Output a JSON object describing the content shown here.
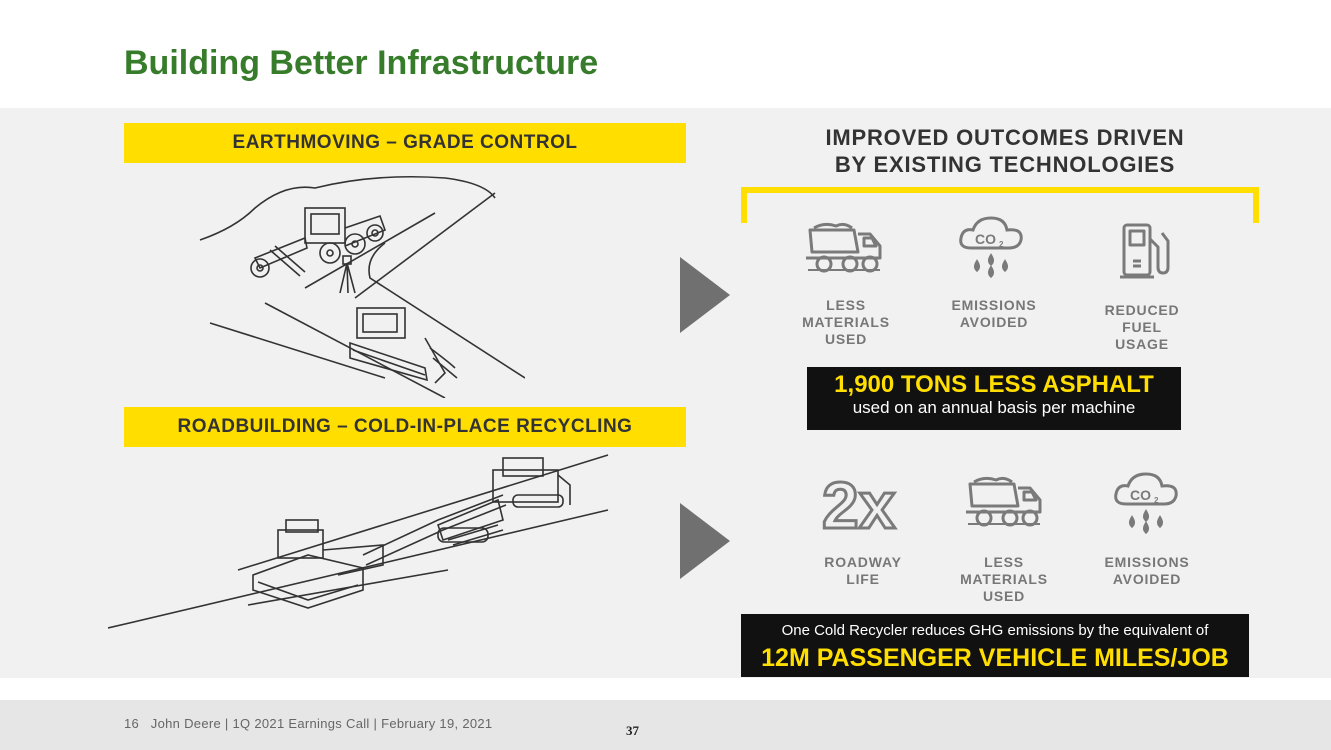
{
  "title": "Building Better Infrastructure",
  "left": {
    "banner_top": "EARTHMOVING – GRADE CONTROL",
    "banner_bottom": "ROADBUILDING – COLD-IN-PLACE RECYCLING"
  },
  "right": {
    "heading_line1": "IMPROVED OUTCOMES DRIVEN",
    "heading_line2": "BY EXISTING TECHNOLOGIES",
    "top_items": [
      {
        "icon": "dump-truck-icon",
        "lines": [
          "LESS",
          "MATERIALS",
          "USED"
        ]
      },
      {
        "icon": "co2-cloud-icon",
        "lines": [
          "EMISSIONS",
          "AVOIDED"
        ]
      },
      {
        "icon": "fuel-pump-icon",
        "lines": [
          "REDUCED",
          "FUEL",
          "USAGE"
        ]
      }
    ],
    "stat1_big": "1,900 TONS LESS ASPHALT",
    "stat1_small": "used on an annual basis per machine",
    "bottom_items": [
      {
        "icon": "2x-icon",
        "icon_text": "2x",
        "lines": [
          "ROADWAY",
          "LIFE"
        ]
      },
      {
        "icon": "dump-truck-icon",
        "lines": [
          "LESS",
          "MATERIALS",
          "USED"
        ]
      },
      {
        "icon": "co2-cloud-icon",
        "lines": [
          "EMISSIONS",
          "AVOIDED"
        ]
      }
    ],
    "stat2_small": "One Cold Recycler reduces GHG emissions by the equivalent of",
    "stat2_big": "12M PASSENGER VEHICLE MILES/JOB"
  },
  "colors": {
    "brand_green": "#367c2b",
    "yellow": "#ffde00",
    "panel": "#f1f1f1",
    "icon_gray": "#7a7a7a"
  },
  "footer": {
    "text": "16   John Deere | 1Q 2021 Earnings Call | February 19, 2021",
    "page_number": "37"
  }
}
